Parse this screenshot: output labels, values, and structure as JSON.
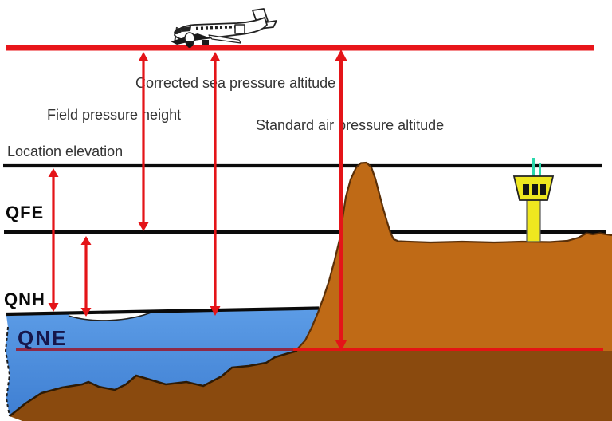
{
  "page": {
    "type": "altimetry-reference-diagram"
  },
  "labels": {
    "corrected_sea_pressure_altitude": "Corrected sea pressure altitude",
    "field_pressure_height": "Field pressure height",
    "location_elevation": "Location elevation",
    "standard_air_pressure_altitude": "Standard air pressure altitude"
  },
  "datums": {
    "qfe": "QFE",
    "qnh": "QNH",
    "qne": "QNE"
  },
  "icons": {
    "airplane": "airplane-icon",
    "control_tower": "control-tower-icon"
  },
  "colors": {
    "background": "#ffffff",
    "flight_level_line": "#e8151a",
    "measurement_arrow": "#e41418",
    "reference_line": "#0b0b0b",
    "qne_line_over_water": "#8e2947",
    "qne_line_over_land": "#e41414",
    "water_top": "#5c9ce6",
    "water_bottom": "#3f7fd2",
    "terrain_above_ground": "#bf6a16",
    "terrain_underground": "#8a4a0e",
    "terrain_outline": "#5a2f08",
    "seabed_outline": "#2e1a04",
    "tower_body": "#efe71f",
    "tower_antenna": "#2bd8ac",
    "label_text": "#343434",
    "datum_text": "#0a0a0a",
    "qne_text": "#16164a"
  }
}
